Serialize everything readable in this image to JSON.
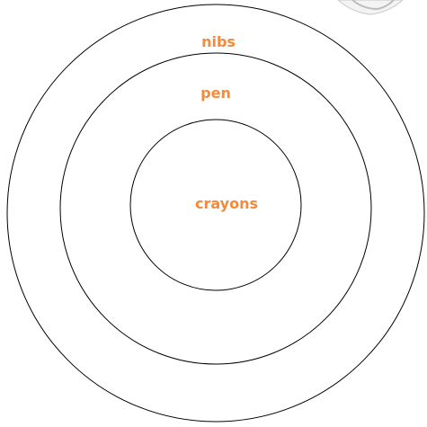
{
  "diagram": {
    "label_color": "#f58a3a",
    "line_color": "#000000",
    "labels": {
      "outer": "nibs",
      "middle": "pen",
      "inner": "crayons"
    }
  }
}
